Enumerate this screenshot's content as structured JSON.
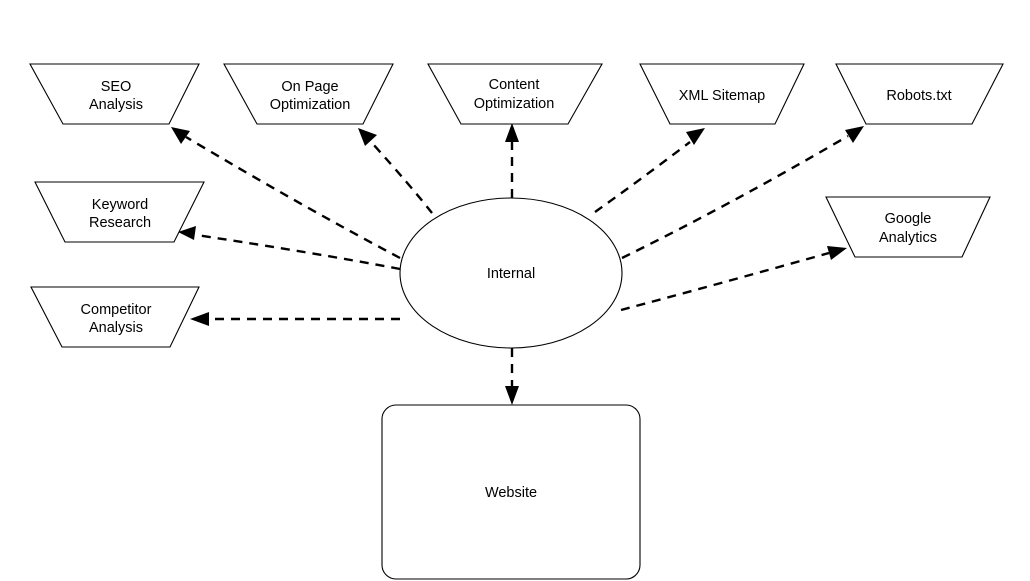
{
  "diagram": {
    "type": "node-edge-diagram",
    "background_color": "#ffffff",
    "line_color": "#000000",
    "edge_style": "dashed-with-arrowhead",
    "center_node": {
      "id": "internal",
      "label": "Internal",
      "shape": "ellipse"
    },
    "nodes": [
      {
        "id": "seo-analysis",
        "label_line1": "SEO",
        "label_line2": "Analysis",
        "shape": "trapezoid"
      },
      {
        "id": "on-page-optimization",
        "label_line1": "On Page",
        "label_line2": "Optimization",
        "shape": "trapezoid"
      },
      {
        "id": "content-optimization",
        "label_line1": "Content",
        "label_line2": "Optimization",
        "shape": "trapezoid"
      },
      {
        "id": "xml-sitemap",
        "label_line1": "XML Sitemap",
        "label_line2": "",
        "shape": "trapezoid"
      },
      {
        "id": "robots-txt",
        "label_line1": "Robots.txt",
        "label_line2": "",
        "shape": "trapezoid"
      },
      {
        "id": "keyword-research",
        "label_line1": "Keyword",
        "label_line2": "Research",
        "shape": "trapezoid"
      },
      {
        "id": "competitor-analysis",
        "label_line1": "Competitor",
        "label_line2": "Analysis",
        "shape": "trapezoid"
      },
      {
        "id": "google-analytics",
        "label_line1": "Google",
        "label_line2": "Analytics",
        "shape": "trapezoid"
      },
      {
        "id": "website",
        "label_line1": "Website",
        "label_line2": "",
        "shape": "rounded-rectangle"
      }
    ],
    "edges": [
      {
        "from": "internal",
        "to": "seo-analysis"
      },
      {
        "from": "internal",
        "to": "on-page-optimization"
      },
      {
        "from": "internal",
        "to": "content-optimization"
      },
      {
        "from": "internal",
        "to": "xml-sitemap"
      },
      {
        "from": "internal",
        "to": "robots-txt"
      },
      {
        "from": "internal",
        "to": "keyword-research"
      },
      {
        "from": "internal",
        "to": "competitor-analysis"
      },
      {
        "from": "internal",
        "to": "google-analytics"
      },
      {
        "from": "internal",
        "to": "website"
      }
    ]
  }
}
